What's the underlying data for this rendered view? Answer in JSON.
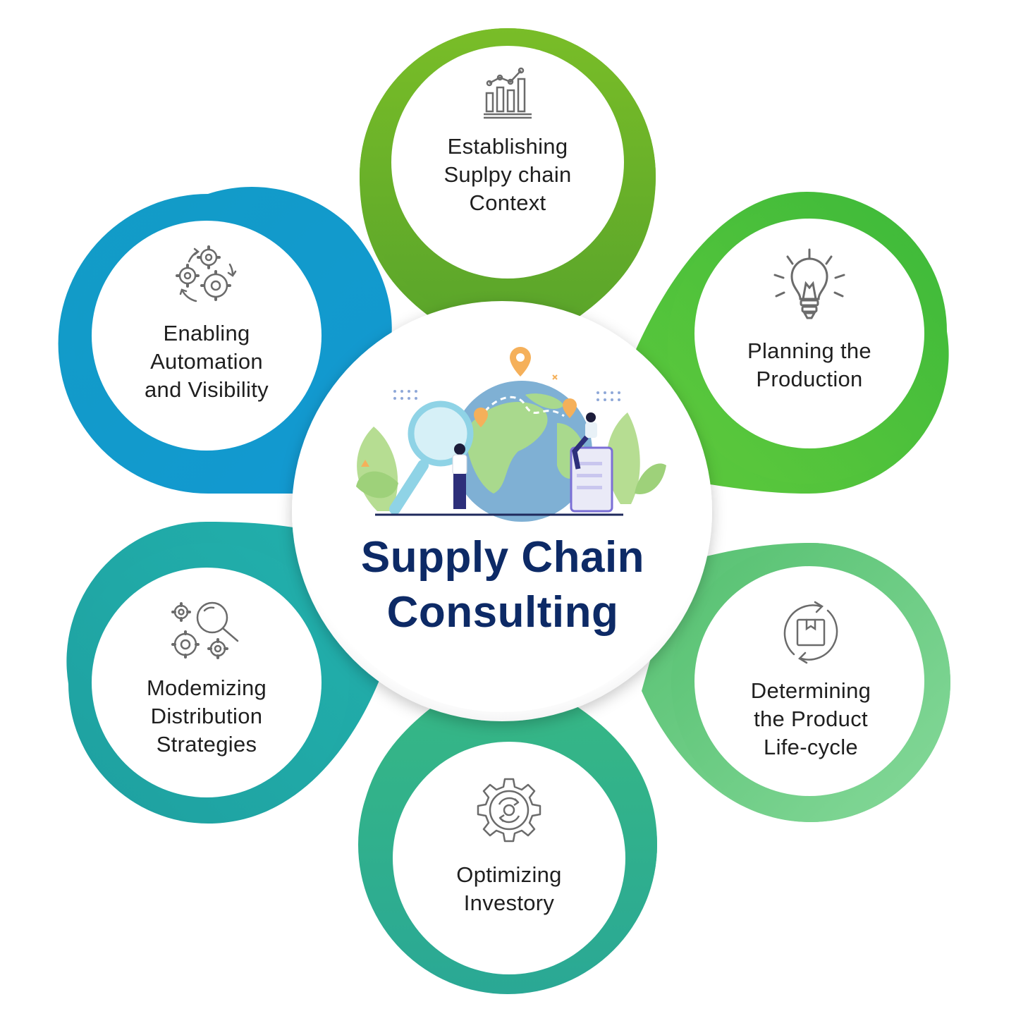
{
  "hub": {
    "title_line1": "Supply Chain",
    "title_line2": "Consulting"
  },
  "nodes": [
    {
      "id": "establishing",
      "line1": "Establishing",
      "line2": "Suplpy chain",
      "line3": "Context",
      "icon": "chart-growth-icon",
      "color": "#6ab42b"
    },
    {
      "id": "planning",
      "line1": "Planning the",
      "line2": "Production",
      "icon": "lightbulb-icon",
      "color": "#4dbd3c"
    },
    {
      "id": "determining",
      "line1": "Determining",
      "line2": "the Product",
      "line3": "Life-cycle",
      "icon": "product-cycle-icon",
      "color": "#6ccc86"
    },
    {
      "id": "optimizing",
      "line1": "Optimizing",
      "line2": "Investory",
      "icon": "gear-cycle-icon",
      "color": "#2fb48a"
    },
    {
      "id": "modernizing",
      "line1": "Modemizing",
      "line2": "Distribution",
      "line3": "Strategies",
      "icon": "gears-search-icon",
      "color": "#21a8a6"
    },
    {
      "id": "enabling",
      "line1": "Enabling",
      "line2": "Automation",
      "line3": "and Visibility",
      "icon": "gears-automation-icon",
      "color": "#139ccb"
    }
  ]
}
